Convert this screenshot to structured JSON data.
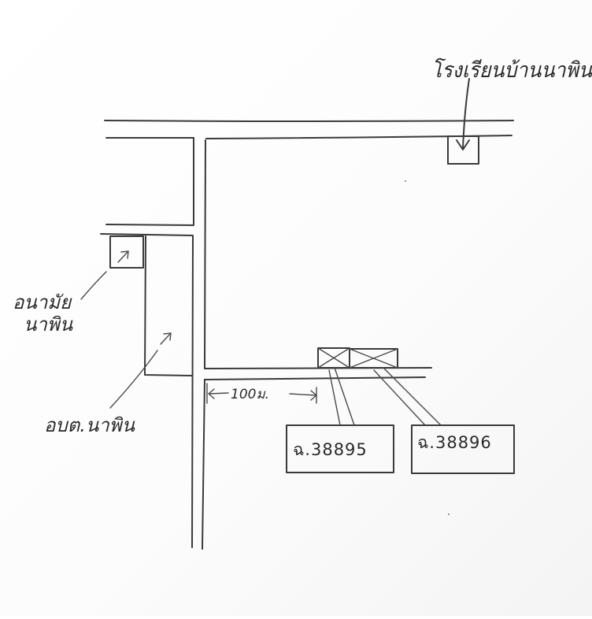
{
  "labels": {
    "school": "โรงเรียนบ้านนาพิน",
    "health_station_line1": "อนามัย",
    "health_station_line2": "นาพิน",
    "sao_office": "อบต.นาพิน",
    "distance": "100ม."
  },
  "parcels": [
    {
      "id": "parcel-1",
      "label": "ฉ.38895"
    },
    {
      "id": "parcel-2",
      "label": "ฉ.38896"
    }
  ],
  "colors": {
    "ink": "#3a3a3a",
    "paper": "#ffffff"
  }
}
